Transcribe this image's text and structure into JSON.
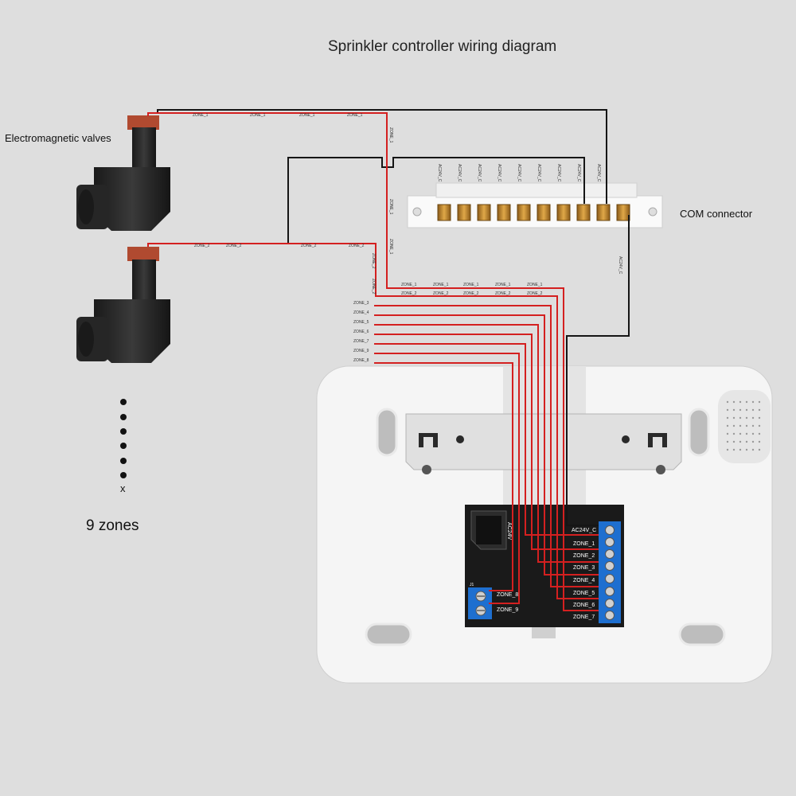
{
  "title": "Sprinkler controller wiring diagram",
  "valves_label": "Electromagnetic valves",
  "com_label": "COM connector",
  "zones_label": "9 zones",
  "x_mark": "x",
  "com_pins": [
    "AC24V_C",
    "AC24V_C",
    "AC24V_C",
    "AC24V_C",
    "AC24V_C",
    "AC24V_C",
    "AC24V_C",
    "AC24V_C",
    "AC24V_C"
  ],
  "com_wire_label": "AC24V_C",
  "wire_labels": {
    "zone1_top": [
      "ZONE_1",
      "ZONE_1",
      "ZONE_1",
      "ZONE_1"
    ],
    "zone1_vertical": "ZONE_1",
    "zone2_top": [
      "ZONE_2",
      "ZONE_2",
      "ZONE_2",
      "ZONE_2"
    ],
    "zone2_vertical": "ZONE_2",
    "bundle_row1": [
      "ZONE_1",
      "ZONE_1",
      "ZONE_1",
      "ZONE_1",
      "ZONE_1"
    ],
    "bundle_row2": [
      "ZONE_2",
      "ZONE_2",
      "ZONE_2",
      "ZONE_2",
      "ZONE_2"
    ],
    "left_stack": [
      "ZONE_3",
      "ZONE_4",
      "ZONE_5",
      "ZONE_6",
      "ZONE_7",
      "ZONE_9",
      "ZONE_8"
    ]
  },
  "terminal_labels": [
    "AC24V_C",
    "ZONE_1",
    "ZONE_2",
    "ZONE_3",
    "ZONE_4",
    "ZONE_5",
    "ZONE_6",
    "ZONE_7"
  ],
  "left_terminal_labels": [
    "ZONE_8",
    "ZONE_9"
  ],
  "power_label": "AC24V",
  "pcb_small_label": "J1",
  "colors": {
    "wire_red": "#d42020",
    "wire_black": "#151515",
    "terminal_blue": "#1e6fd0",
    "pcb": "#1a1a1a",
    "housing": "#f4f4f4"
  }
}
